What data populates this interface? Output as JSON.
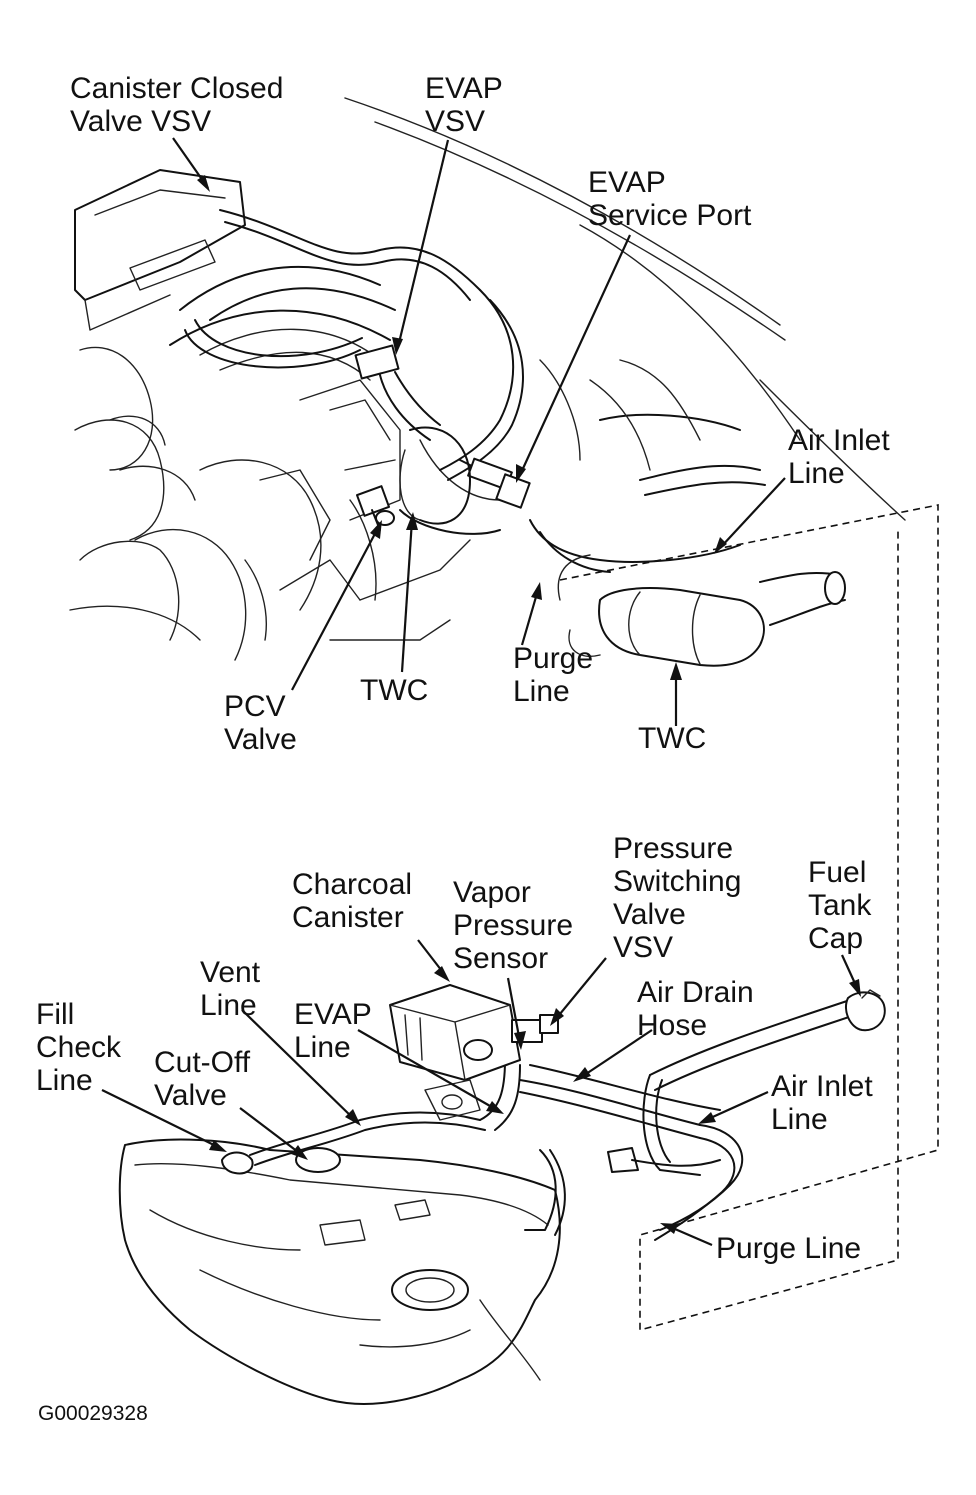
{
  "labels": {
    "canister_closed_valve_vsv": [
      "Canister Closed",
      "Valve VSV"
    ],
    "evap_vsv": [
      "EVAP",
      "VSV"
    ],
    "evap_service_port": [
      "EVAP",
      "Service Port"
    ],
    "air_inlet_line_top": [
      "Air Inlet",
      "Line"
    ],
    "pcv_valve": [
      "PCV",
      "Valve"
    ],
    "twc_left": [
      "TWC"
    ],
    "purge_line_top": [
      "Purge",
      "Line"
    ],
    "twc_right": [
      "TWC"
    ],
    "charcoal_canister": [
      "Charcoal",
      "Canister"
    ],
    "vapor_pressure_sensor": [
      "Vapor",
      "Pressure",
      "Sensor"
    ],
    "pressure_switching_valve_vsv": [
      "Pressure",
      "Switching",
      "Valve",
      "VSV"
    ],
    "fuel_tank_cap": [
      "Fuel",
      "Tank",
      "Cap"
    ],
    "vent_line": [
      "Vent",
      "Line"
    ],
    "evap_line": [
      "EVAP",
      "Line"
    ],
    "air_drain_hose": [
      "Air Drain",
      "Hose"
    ],
    "fill_check_line": [
      "Fill",
      "Check",
      "Line"
    ],
    "cut_off_valve": [
      "Cut-Off",
      "Valve"
    ],
    "air_inlet_line_bottom": [
      "Air Inlet",
      "Line"
    ],
    "purge_line_bottom": [
      "Purge Line"
    ]
  },
  "figure_code": "G00029328"
}
